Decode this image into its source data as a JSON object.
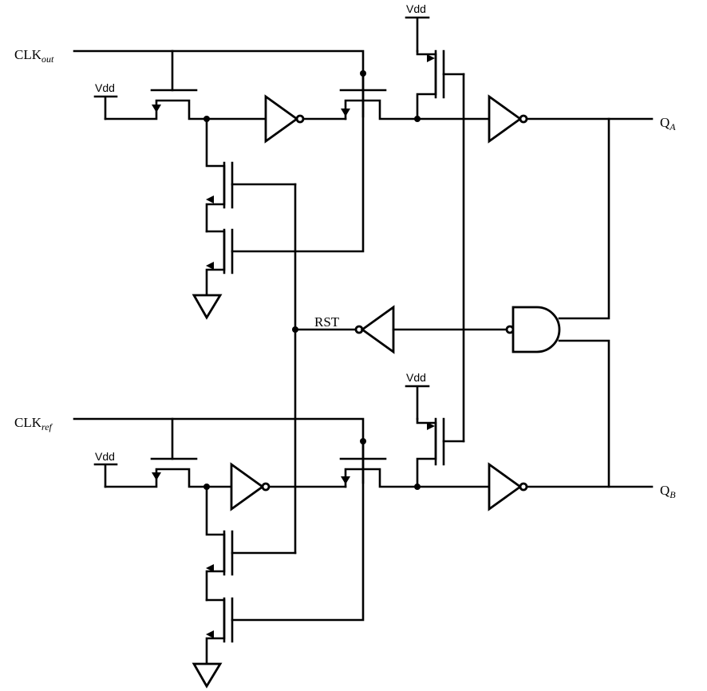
{
  "labels": {
    "clk_out": {
      "main": "CLK",
      "sub": "out"
    },
    "clk_ref": {
      "main": "CLK",
      "sub": "ref"
    },
    "qa": {
      "main": "Q",
      "sub": "A"
    },
    "qb": {
      "main": "Q",
      "sub": "B"
    },
    "rst": "RST",
    "vdd": "Vdd"
  }
}
